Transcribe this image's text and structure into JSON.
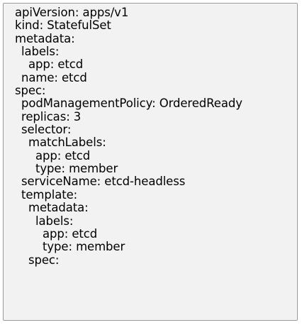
{
  "document": {
    "lines": [
      {
        "text": "apiVersion: apps/v1",
        "indent": 0
      },
      {
        "text": "kind: StatefulSet",
        "indent": 0
      },
      {
        "text": "metadata:",
        "indent": 0
      },
      {
        "text": "labels:",
        "indent": 1
      },
      {
        "text": "app: etcd",
        "indent": 2
      },
      {
        "text": "name: etcd",
        "indent": 1
      },
      {
        "text": "spec:",
        "indent": 0
      },
      {
        "text": "podManagementPolicy: OrderedReady",
        "indent": 1
      },
      {
        "text": "replicas: 3",
        "indent": 1
      },
      {
        "text": "selector:",
        "indent": 1
      },
      {
        "text": "matchLabels:",
        "indent": 2
      },
      {
        "text": "app: etcd",
        "indent": 3
      },
      {
        "text": "type: member",
        "indent": 3
      },
      {
        "text": "serviceName: etcd-headless",
        "indent": 1
      },
      {
        "text": "template:",
        "indent": 1
      },
      {
        "text": "metadata:",
        "indent": 2
      },
      {
        "text": "labels:",
        "indent": 3
      },
      {
        "text": "app: etcd",
        "indent": 4
      },
      {
        "text": "type: member",
        "indent": 4
      },
      {
        "text": "spec:",
        "indent": 2
      }
    ]
  },
  "colors": {
    "panel_background": "#f2f2f2",
    "panel_border": "#9a9a9a",
    "text": "#000000"
  }
}
